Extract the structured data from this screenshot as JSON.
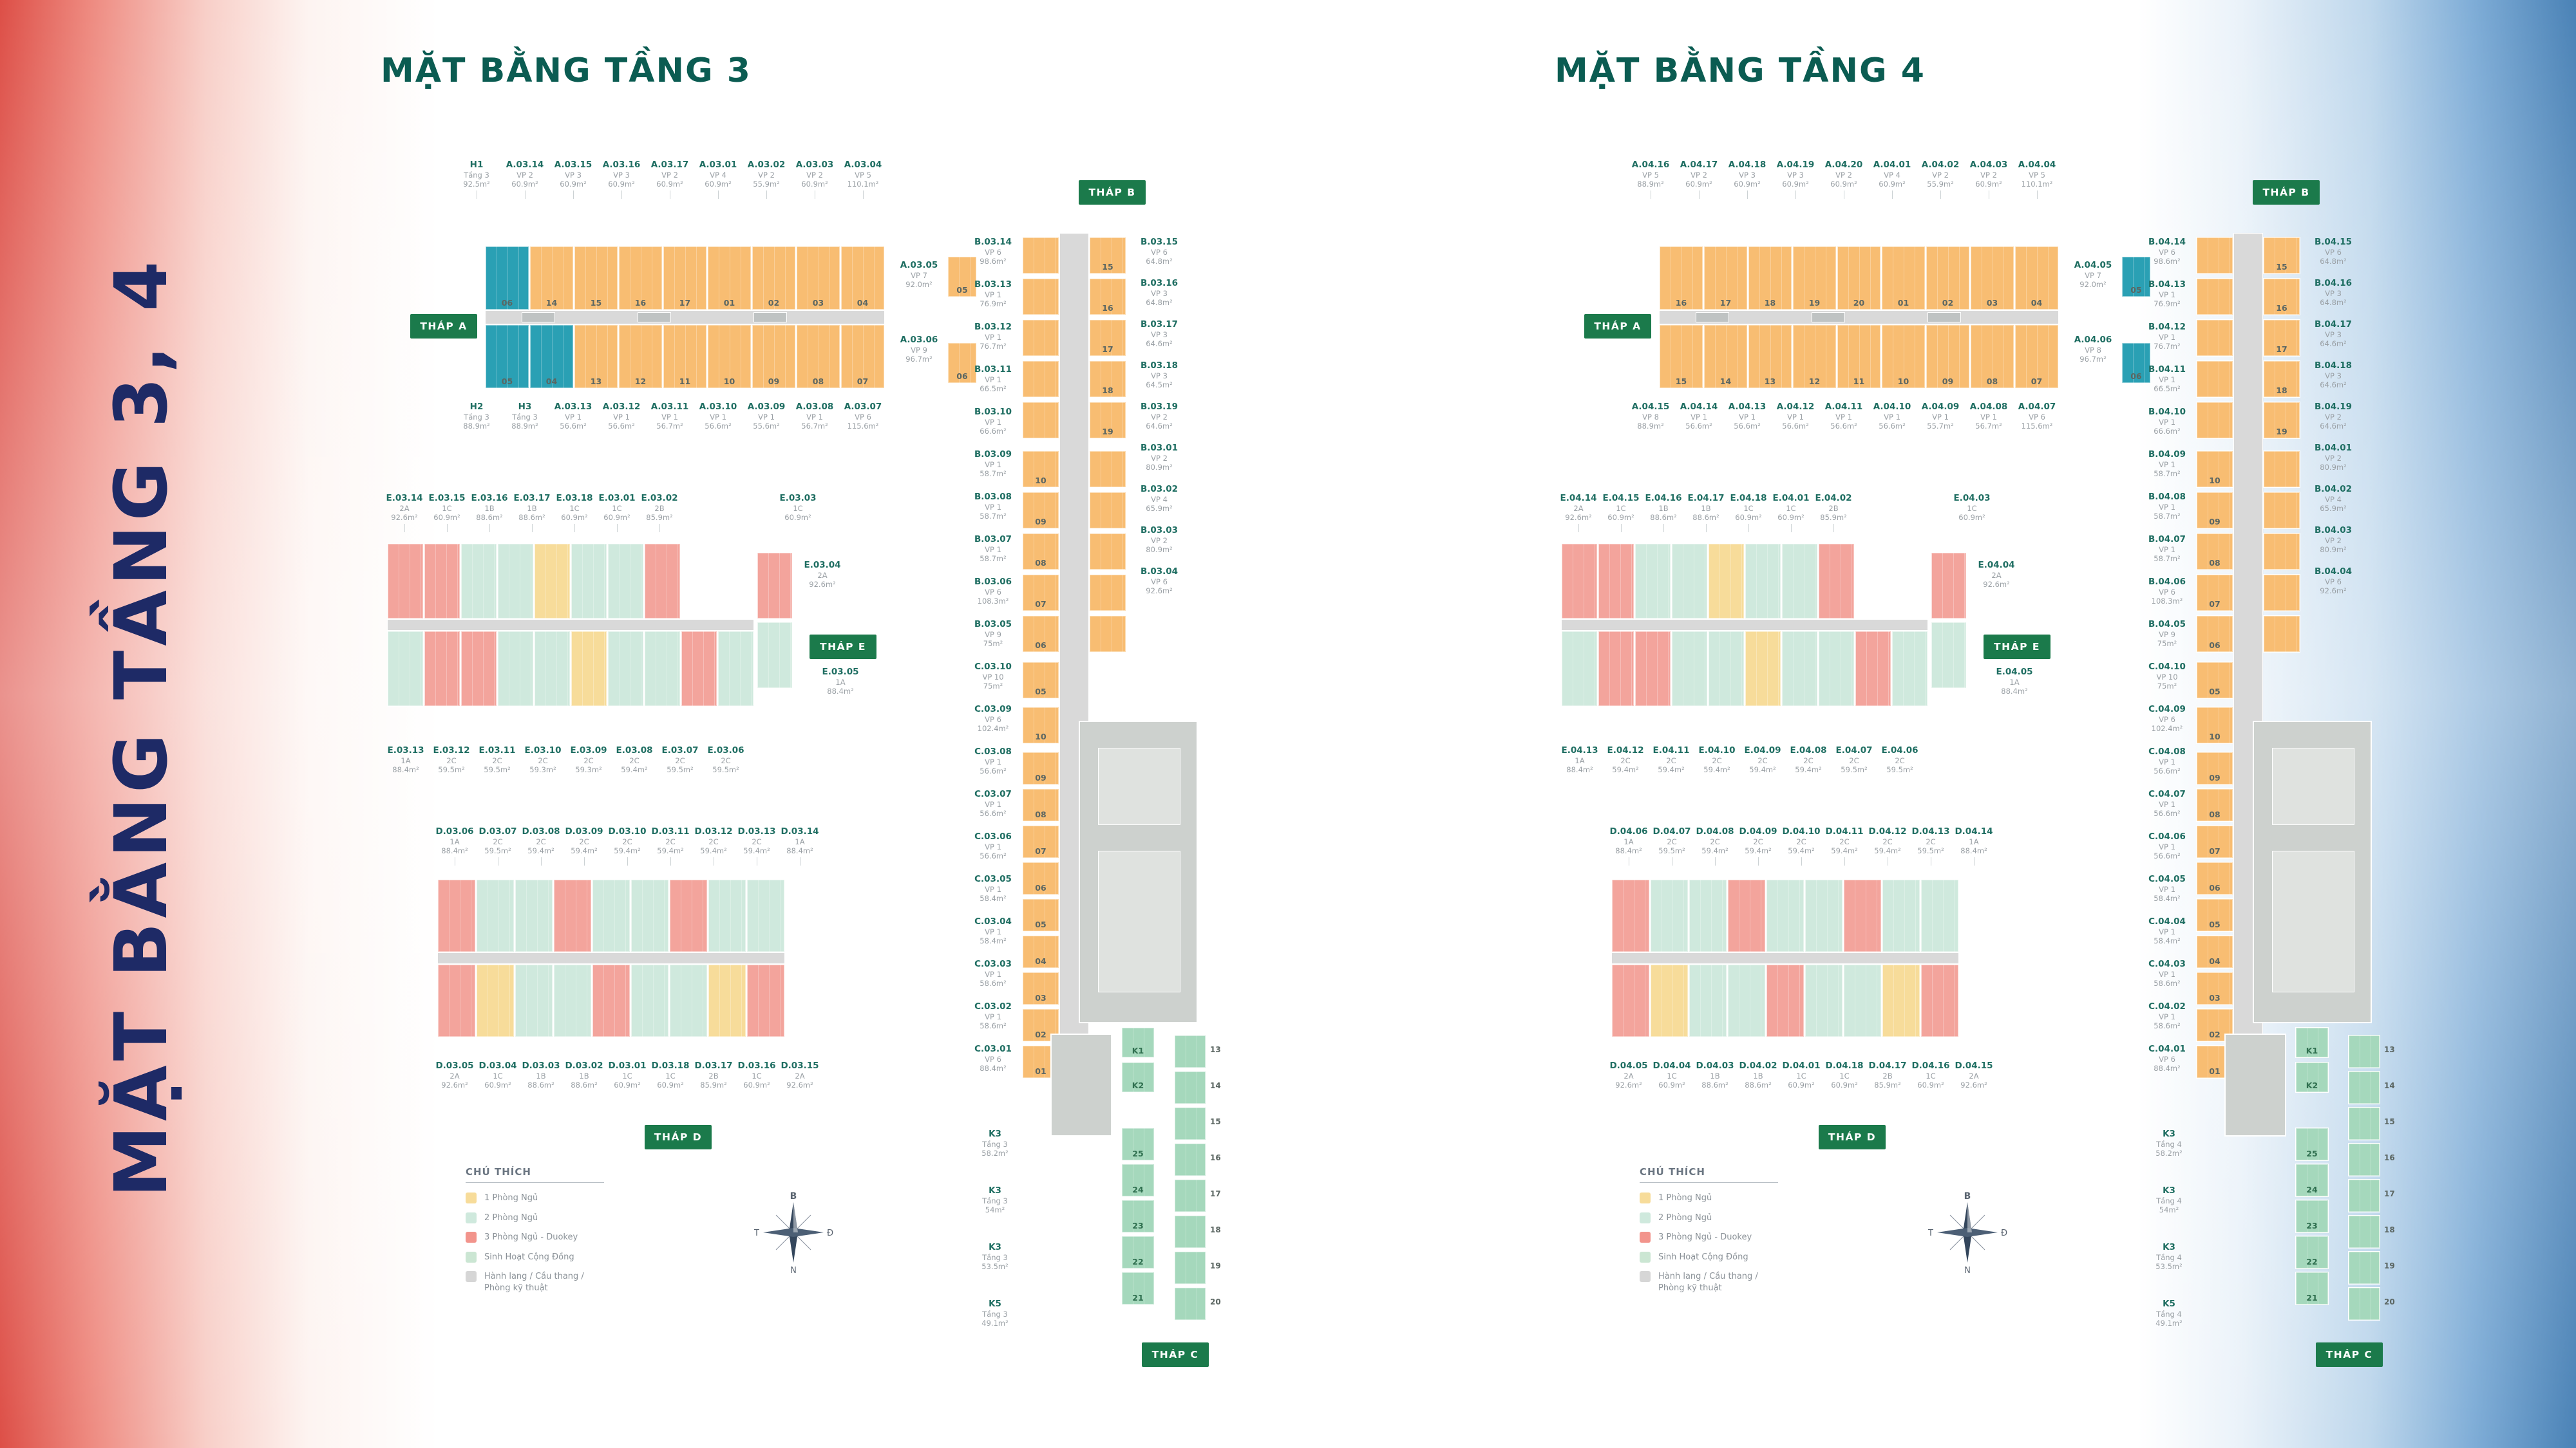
{
  "sidebar": {
    "title": "MẶT BẰNG TẦNG 3, 4"
  },
  "palette": {
    "office_orange": "#f8bd72",
    "vp_teal": "#2aa0b4",
    "one_bedroom": "#f7dc9a",
    "two_bedroom": "#cfe9dd",
    "three_bedroom_duokey": "#f2948c",
    "community": "#a5d8bc",
    "corridor_gray": "#d9d9d9",
    "badge_green": "#1b7a4b",
    "title_teal": "#0b5c52",
    "sidebar_navy": "#1e2a66"
  },
  "legend": {
    "title": "CHÚ THÍCH",
    "items": [
      {
        "label": "1 Phòng Ngủ",
        "color": "#f7dc9a"
      },
      {
        "label": "2 Phòng Ngủ",
        "color": "#cfe9dd"
      },
      {
        "label": "3 Phòng Ngủ - Duokey",
        "color": "#f2948c"
      },
      {
        "label": "Sinh Hoạt Cộng Đồng",
        "color": "#cbe6d3"
      },
      {
        "label": "Hành lang / Cầu thang / Phòng kỹ thuật",
        "color": "#d6d6d6"
      }
    ]
  },
  "compass": {
    "n": "B",
    "w": "T",
    "e": "Đ",
    "s": "N"
  },
  "floors": [
    {
      "title": "MẶT BẰNG TẦNG 3",
      "badges": {
        "a": "THÁP A",
        "b": "THÁP B",
        "c": "THÁP C",
        "d": "THÁP D",
        "e": "THÁP E"
      },
      "top_row": [
        [
          "H1",
          "Tầng 3",
          "92.5m²"
        ],
        [
          "A.03.14",
          "VP 2",
          "60.9m²"
        ],
        [
          "A.03.15",
          "VP 3",
          "60.9m²"
        ],
        [
          "A.03.16",
          "VP 3",
          "60.9m²"
        ],
        [
          "A.03.17",
          "VP 2",
          "60.9m²"
        ],
        [
          "A.03.01",
          "VP 4",
          "60.9m²"
        ],
        [
          "A.03.02",
          "VP 2",
          "55.9m²"
        ],
        [
          "A.03.03",
          "VP 2",
          "60.9m²"
        ],
        [
          "A.03.04",
          "VP 5",
          "110.1m²"
        ]
      ],
      "row2": [
        [
          "H2",
          "Tầng 3",
          "88.9m²"
        ],
        [
          "H3",
          "Tầng 3",
          "88.9m²"
        ],
        [
          "A.03.13",
          "VP 1",
          "56.6m²"
        ],
        [
          "A.03.12",
          "VP 1",
          "56.6m²"
        ],
        [
          "A.03.11",
          "VP 1",
          "56.7m²"
        ],
        [
          "A.03.10",
          "VP 1",
          "56.6m²"
        ],
        [
          "A.03.09",
          "VP 1",
          "55.6m²"
        ],
        [
          "A.03.08",
          "VP 1",
          "56.7m²"
        ],
        [
          "A.03.07",
          "VP 6",
          "115.6m²"
        ]
      ],
      "towerA_r1": [
        "06",
        "14",
        "15",
        "16",
        "17",
        "01",
        "02",
        "03",
        "04"
      ],
      "towerA_r2": [
        "05",
        "04",
        "13",
        "12",
        "11",
        "10",
        "09",
        "08",
        "07"
      ],
      "teal_r1": [
        0
      ],
      "teal_r2": [
        0,
        1
      ],
      "a_side": [
        [
          "A.03.05",
          "VP 7",
          "92.0m²"
        ],
        [
          "A.03.06",
          "VP 9",
          "96.7m²"
        ]
      ],
      "a_side_cells": [
        "05",
        "06"
      ],
      "a_side_teal": false,
      "b_left": [
        [
          "B.03.14",
          "VP 6",
          "98.6m²"
        ],
        [
          "B.03.13",
          "VP 1",
          "76.9m²"
        ],
        [
          "B.03.12",
          "VP 1",
          "76.7m²"
        ],
        [
          "B.03.11",
          "VP 1",
          "66.5m²"
        ],
        [
          "B.03.10",
          "VP 1",
          "66.6m²"
        ],
        [
          "B.03.09",
          "VP 1",
          "58.7m²"
        ],
        [
          "B.03.08",
          "VP 1",
          "58.7m²"
        ],
        [
          "B.03.07",
          "VP 1",
          "58.7m²"
        ],
        [
          "B.03.06",
          "VP 6",
          "108.3m²"
        ],
        [
          "B.03.05",
          "VP 9",
          "75m²"
        ],
        [
          "C.03.10",
          "VP 10",
          "75m²"
        ],
        [
          "C.03.09",
          "VP 6",
          "102.4m²"
        ],
        [
          "C.03.08",
          "VP 1",
          "56.6m²"
        ],
        [
          "C.03.07",
          "VP 1",
          "56.6m²"
        ],
        [
          "C.03.06",
          "VP 1",
          "56.6m²"
        ],
        [
          "C.03.05",
          "VP 1",
          "58.4m²"
        ],
        [
          "C.03.04",
          "VP 1",
          "58.4m²"
        ],
        [
          "C.03.03",
          "VP 1",
          "58.6m²"
        ],
        [
          "C.03.02",
          "VP 1",
          "58.6m²"
        ],
        [
          "C.03.01",
          "VP 6",
          "88.4m²"
        ]
      ],
      "b_right": [
        [
          "B.03.15",
          "VP 6",
          "64.8m²"
        ],
        [
          "B.03.16",
          "VP 3",
          "64.8m²"
        ],
        [
          "B.03.17",
          "VP 3",
          "64.6m²"
        ],
        [
          "B.03.18",
          "VP 3",
          "64.5m²"
        ],
        [
          "B.03.19",
          "VP 2",
          "64.6m²"
        ],
        [
          "B.03.01",
          "VP 2",
          "80.9m²"
        ],
        [
          "B.03.02",
          "VP 4",
          "65.9m²"
        ],
        [
          "B.03.03",
          "VP 2",
          "80.9m²"
        ],
        [
          "B.03.04",
          "VP 6",
          "92.6m²"
        ]
      ],
      "b_cells_top": [
        "15",
        "16",
        "17",
        "18",
        "19"
      ],
      "b_cells_mid": [
        "10",
        "09",
        "08",
        "07",
        "06"
      ],
      "b_cell_single": "05",
      "c_cell_top": "10",
      "c_cells": [
        "09",
        "08",
        "07",
        "06",
        "05",
        "04",
        "03",
        "02",
        "01"
      ],
      "e_top": [
        [
          "E.03.14",
          "2A",
          "92.6m²"
        ],
        [
          "E.03.15",
          "1C",
          "60.9m²"
        ],
        [
          "E.03.16",
          "1B",
          "88.6m²"
        ],
        [
          "E.03.17",
          "1B",
          "88.6m²"
        ],
        [
          "E.03.18",
          "1C",
          "60.9m²"
        ],
        [
          "E.03.01",
          "1C",
          "60.9m²"
        ],
        [
          "E.03.02",
          "2B",
          "85.9m²"
        ]
      ],
      "e_side": [
        [
          "E.03.03",
          "1C",
          "60.9m²"
        ],
        [
          "E.03.04",
          "2A",
          "92.6m²"
        ],
        [
          "E.03.05",
          "1A",
          "88.4m²"
        ]
      ],
      "e_bottom": [
        [
          "E.03.13",
          "1A",
          "88.4m²"
        ],
        [
          "E.03.12",
          "2C",
          "59.5m²"
        ],
        [
          "E.03.11",
          "2C",
          "59.5m²"
        ],
        [
          "E.03.10",
          "2C",
          "59.3m²"
        ],
        [
          "E.03.09",
          "2C",
          "59.3m²"
        ],
        [
          "E.03.08",
          "2C",
          "59.4m²"
        ],
        [
          "E.03.07",
          "2C",
          "59.5m²"
        ],
        [
          "E.03.06",
          "2C",
          "59.5m²"
        ]
      ],
      "d_top": [
        [
          "D.03.06",
          "1A",
          "88.4m²"
        ],
        [
          "D.03.07",
          "2C",
          "59.5m²"
        ],
        [
          "D.03.08",
          "2C",
          "59.4m²"
        ],
        [
          "D.03.09",
          "2C",
          "59.4m²"
        ],
        [
          "D.03.10",
          "2C",
          "59.4m²"
        ],
        [
          "D.03.11",
          "2C",
          "59.4m²"
        ],
        [
          "D.03.12",
          "2C",
          "59.4m²"
        ],
        [
          "D.03.13",
          "2C",
          "59.4m²"
        ],
        [
          "D.03.14",
          "1A",
          "88.4m²"
        ]
      ],
      "d_bottom": [
        [
          "D.03.05",
          "2A",
          "92.6m²"
        ],
        [
          "D.03.04",
          "1C",
          "60.9m²"
        ],
        [
          "D.03.03",
          "1B",
          "88.6m²"
        ],
        [
          "D.03.02",
          "1B",
          "88.6m²"
        ],
        [
          "D.03.01",
          "1C",
          "60.9m²"
        ],
        [
          "D.03.18",
          "1C",
          "60.9m²"
        ],
        [
          "D.03.17",
          "2B",
          "85.9m²"
        ],
        [
          "D.03.16",
          "1C",
          "60.9m²"
        ],
        [
          "D.03.15",
          "2A",
          "92.6m²"
        ]
      ],
      "k_labels": [
        [
          "K3",
          "Tầng 3",
          "58.2m²"
        ],
        [
          "K3",
          "Tầng 3",
          "54m²"
        ],
        [
          "K3",
          "Tầng 3",
          "53.5m²"
        ],
        [
          "K5",
          "Tầng 3",
          "49.1m²"
        ]
      ],
      "g_k": [
        "K1",
        "K2"
      ],
      "g_col_a": [
        "25",
        "24",
        "23",
        "22",
        "21"
      ],
      "g_col_b": [
        "13",
        "14",
        "15",
        "16",
        "17",
        "18",
        "19",
        "20"
      ]
    },
    {
      "title": "MẶT BẰNG TẦNG 4",
      "badges": {
        "a": "THÁP A",
        "b": "THÁP B",
        "c": "THÁP C",
        "d": "THÁP D",
        "e": "THÁP E"
      },
      "top_row": [
        [
          "A.04.16",
          "VP 5",
          "88.9m²"
        ],
        [
          "A.04.17",
          "VP 2",
          "60.9m²"
        ],
        [
          "A.04.18",
          "VP 3",
          "60.9m²"
        ],
        [
          "A.04.19",
          "VP 3",
          "60.9m²"
        ],
        [
          "A.04.20",
          "VP 2",
          "60.9m²"
        ],
        [
          "A.04.01",
          "VP 4",
          "60.9m²"
        ],
        [
          "A.04.02",
          "VP 2",
          "55.9m²"
        ],
        [
          "A.04.03",
          "VP 2",
          "60.9m²"
        ],
        [
          "A.04.04",
          "VP 5",
          "110.1m²"
        ]
      ],
      "row2": [
        [
          "A.04.15",
          "VP 8",
          "88.9m²"
        ],
        [
          "A.04.14",
          "VP 1",
          "56.6m²"
        ],
        [
          "A.04.13",
          "VP 1",
          "56.6m²"
        ],
        [
          "A.04.12",
          "VP 1",
          "56.6m²"
        ],
        [
          "A.04.11",
          "VP 1",
          "56.6m²"
        ],
        [
          "A.04.10",
          "VP 1",
          "56.6m²"
        ],
        [
          "A.04.09",
          "VP 1",
          "55.7m²"
        ],
        [
          "A.04.08",
          "VP 1",
          "56.7m²"
        ],
        [
          "A.04.07",
          "VP 6",
          "115.6m²"
        ]
      ],
      "towerA_r1": [
        "16",
        "17",
        "18",
        "19",
        "20",
        "01",
        "02",
        "03",
        "04"
      ],
      "towerA_r2": [
        "15",
        "14",
        "13",
        "12",
        "11",
        "10",
        "09",
        "08",
        "07"
      ],
      "teal_r1": [],
      "teal_r2": [],
      "a_side": [
        [
          "A.04.05",
          "VP 7",
          "92.0m²"
        ],
        [
          "A.04.06",
          "VP 8",
          "96.7m²"
        ]
      ],
      "a_side_cells": [
        "05",
        "06"
      ],
      "a_side_teal": true,
      "b_left": [
        [
          "B.04.14",
          "VP 6",
          "98.6m²"
        ],
        [
          "B.04.13",
          "VP 1",
          "76.9m²"
        ],
        [
          "B.04.12",
          "VP 1",
          "76.7m²"
        ],
        [
          "B.04.11",
          "VP 1",
          "66.5m²"
        ],
        [
          "B.04.10",
          "VP 1",
          "66.6m²"
        ],
        [
          "B.04.09",
          "VP 1",
          "58.7m²"
        ],
        [
          "B.04.08",
          "VP 1",
          "58.7m²"
        ],
        [
          "B.04.07",
          "VP 1",
          "58.7m²"
        ],
        [
          "B.04.06",
          "VP 6",
          "108.3m²"
        ],
        [
          "B.04.05",
          "VP 9",
          "75m²"
        ],
        [
          "C.04.10",
          "VP 10",
          "75m²"
        ],
        [
          "C.04.09",
          "VP 6",
          "102.4m²"
        ],
        [
          "C.04.08",
          "VP 1",
          "56.6m²"
        ],
        [
          "C.04.07",
          "VP 1",
          "56.6m²"
        ],
        [
          "C.04.06",
          "VP 1",
          "56.6m²"
        ],
        [
          "C.04.05",
          "VP 1",
          "58.4m²"
        ],
        [
          "C.04.04",
          "VP 1",
          "58.4m²"
        ],
        [
          "C.04.03",
          "VP 1",
          "58.6m²"
        ],
        [
          "C.04.02",
          "VP 1",
          "58.6m²"
        ],
        [
          "C.04.01",
          "VP 6",
          "88.4m²"
        ]
      ],
      "b_right": [
        [
          "B.04.15",
          "VP 6",
          "64.8m²"
        ],
        [
          "B.04.16",
          "VP 3",
          "64.8m²"
        ],
        [
          "B.04.17",
          "VP 3",
          "64.6m²"
        ],
        [
          "B.04.18",
          "VP 3",
          "64.6m²"
        ],
        [
          "B.04.19",
          "VP 2",
          "64.6m²"
        ],
        [
          "B.04.01",
          "VP 2",
          "80.9m²"
        ],
        [
          "B.04.02",
          "VP 4",
          "65.9m²"
        ],
        [
          "B.04.03",
          "VP 2",
          "80.9m²"
        ],
        [
          "B.04.04",
          "VP 6",
          "92.6m²"
        ]
      ],
      "b_cells_top": [
        "15",
        "16",
        "17",
        "18",
        "19"
      ],
      "b_cells_mid": [
        "10",
        "09",
        "08",
        "07",
        "06"
      ],
      "b_cell_single": "05",
      "c_cell_top": "10",
      "c_cells": [
        "09",
        "08",
        "07",
        "06",
        "05",
        "04",
        "03",
        "02",
        "01"
      ],
      "e_top": [
        [
          "E.04.14",
          "2A",
          "92.6m²"
        ],
        [
          "E.04.15",
          "1C",
          "60.9m²"
        ],
        [
          "E.04.16",
          "1B",
          "88.6m²"
        ],
        [
          "E.04.17",
          "1B",
          "88.6m²"
        ],
        [
          "E.04.18",
          "1C",
          "60.9m²"
        ],
        [
          "E.04.01",
          "1C",
          "60.9m²"
        ],
        [
          "E.04.02",
          "2B",
          "85.9m²"
        ]
      ],
      "e_side": [
        [
          "E.04.03",
          "1C",
          "60.9m²"
        ],
        [
          "E.04.04",
          "2A",
          "92.6m²"
        ],
        [
          "E.04.05",
          "1A",
          "88.4m²"
        ]
      ],
      "e_bottom": [
        [
          "E.04.13",
          "1A",
          "88.4m²"
        ],
        [
          "E.04.12",
          "2C",
          "59.4m²"
        ],
        [
          "E.04.11",
          "2C",
          "59.4m²"
        ],
        [
          "E.04.10",
          "2C",
          "59.4m²"
        ],
        [
          "E.04.09",
          "2C",
          "59.4m²"
        ],
        [
          "E.04.08",
          "2C",
          "59.4m²"
        ],
        [
          "E.04.07",
          "2C",
          "59.5m²"
        ],
        [
          "E.04.06",
          "2C",
          "59.5m²"
        ]
      ],
      "d_top": [
        [
          "D.04.06",
          "1A",
          "88.4m²"
        ],
        [
          "D.04.07",
          "2C",
          "59.5m²"
        ],
        [
          "D.04.08",
          "2C",
          "59.4m²"
        ],
        [
          "D.04.09",
          "2C",
          "59.4m²"
        ],
        [
          "D.04.10",
          "2C",
          "59.4m²"
        ],
        [
          "D.04.11",
          "2C",
          "59.4m²"
        ],
        [
          "D.04.12",
          "2C",
          "59.4m²"
        ],
        [
          "D.04.13",
          "2C",
          "59.5m²"
        ],
        [
          "D.04.14",
          "1A",
          "88.4m²"
        ]
      ],
      "d_bottom": [
        [
          "D.04.05",
          "2A",
          "92.6m²"
        ],
        [
          "D.04.04",
          "1C",
          "60.9m²"
        ],
        [
          "D.04.03",
          "1B",
          "88.6m²"
        ],
        [
          "D.04.02",
          "1B",
          "88.6m²"
        ],
        [
          "D.04.01",
          "1C",
          "60.9m²"
        ],
        [
          "D.04.18",
          "1C",
          "60.9m²"
        ],
        [
          "D.04.17",
          "2B",
          "85.9m²"
        ],
        [
          "D.04.16",
          "1C",
          "60.9m²"
        ],
        [
          "D.04.15",
          "2A",
          "92.6m²"
        ]
      ],
      "k_labels": [
        [
          "K3",
          "Tầng 4",
          "58.2m²"
        ],
        [
          "K3",
          "Tầng 4",
          "54m²"
        ],
        [
          "K3",
          "Tầng 4",
          "53.5m²"
        ],
        [
          "K5",
          "Tầng 4",
          "49.1m²"
        ]
      ],
      "g_k": [
        "K1",
        "K2"
      ],
      "g_col_a": [
        "25",
        "24",
        "23",
        "22",
        "21"
      ],
      "g_col_b": [
        "13",
        "14",
        "15",
        "16",
        "17",
        "18",
        "19",
        "20"
      ]
    }
  ]
}
